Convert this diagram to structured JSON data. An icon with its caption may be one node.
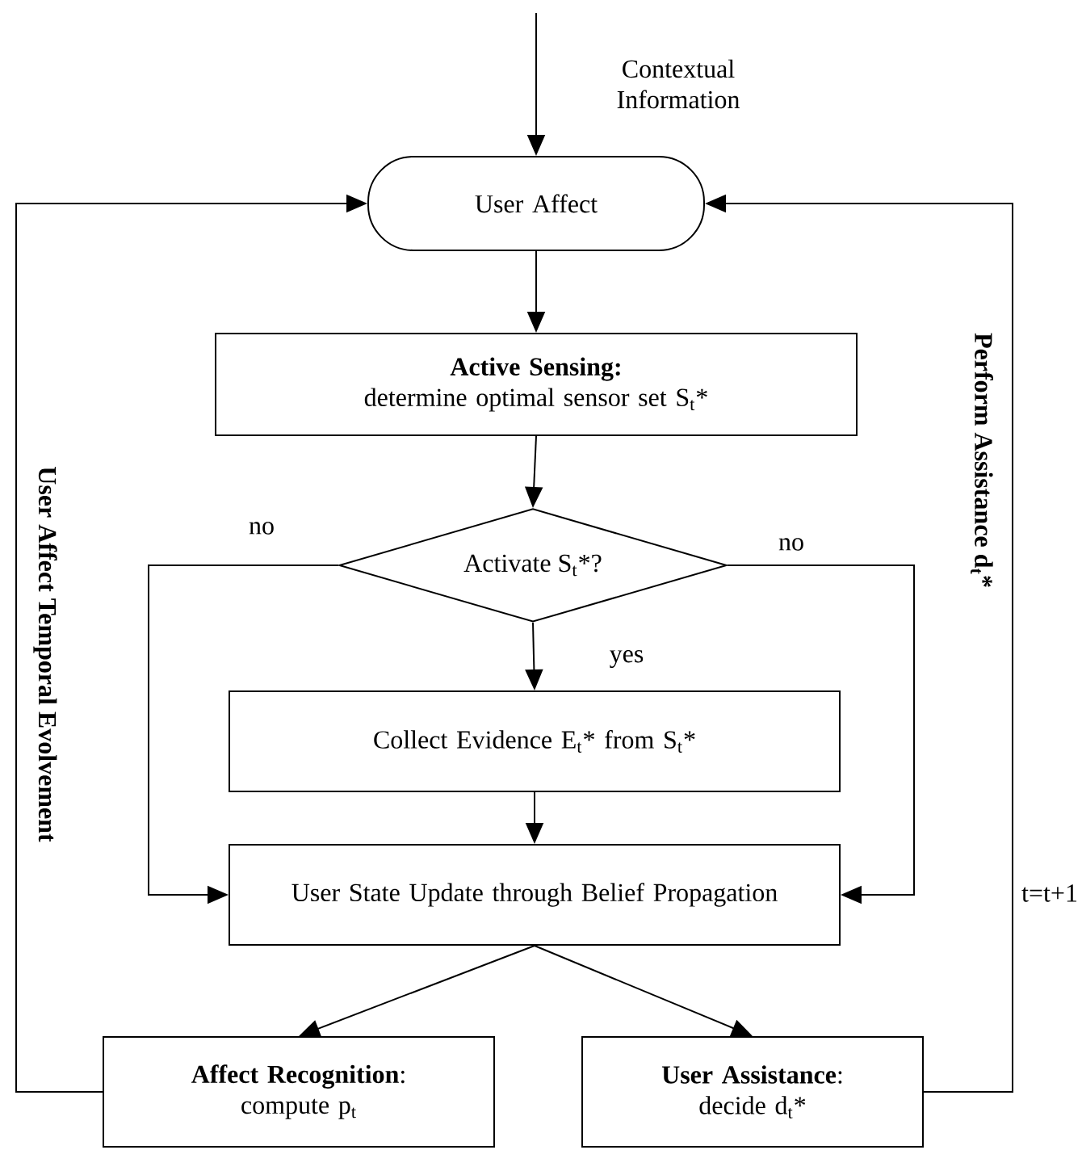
{
  "diagram": {
    "nodes": [
      {
        "text": [
          "User Affect"
        ]
      },
      {
        "text": [
          "Active Sensing:",
          "determine optimal sensor set S$_{t}$*"
        ]
      },
      {
        "text": [
          "Activate S$_{t}$*?"
        ]
      },
      {
        "text": [
          "Collect Evidence E$_{t}$* from S$_{t}$*"
        ]
      },
      {
        "text": [
          "User State Update through Belief Propagation"
        ]
      },
      {
        "text": [
          "**Affect Recognition**:",
          "compute p$_{t}$"
        ]
      },
      {
        "text": [
          "**User Assistance**:",
          "decide d$_{t}$*"
        ]
      }
    ],
    "edges": [
      {
        "from": null,
        "to": 0,
        "arrow": "to",
        "label": "Contextual Information"
      },
      {
        "from": 0,
        "to": 1,
        "arrow": "to"
      },
      {
        "from": 1,
        "to": 2,
        "arrow": "to"
      },
      {
        "from": 2,
        "to": 3,
        "arrow": "to",
        "label": "yes"
      },
      {
        "from": 3,
        "to": 4,
        "arrow": "to"
      },
      {
        "from": 2,
        "to": 4,
        "arrow": "to",
        "label": "no"
      },
      {
        "from": 2,
        "to": 4,
        "arrow": "to",
        "label": "no"
      },
      {
        "from": 4,
        "to": 5,
        "arrow": "to"
      },
      {
        "from": 4,
        "to": 6,
        "arrow": "to"
      },
      {
        "from": 5,
        "to": 0,
        "arrow": "to",
        "label": "User Affect Temporal Evolvement"
      },
      {
        "from": 6,
        "to": 0,
        "arrow": "to",
        "label": "Perform Assistance d$_{t}$*"
      }
    ],
    "labels": [
      "t=t+1"
    ]
  }
}
